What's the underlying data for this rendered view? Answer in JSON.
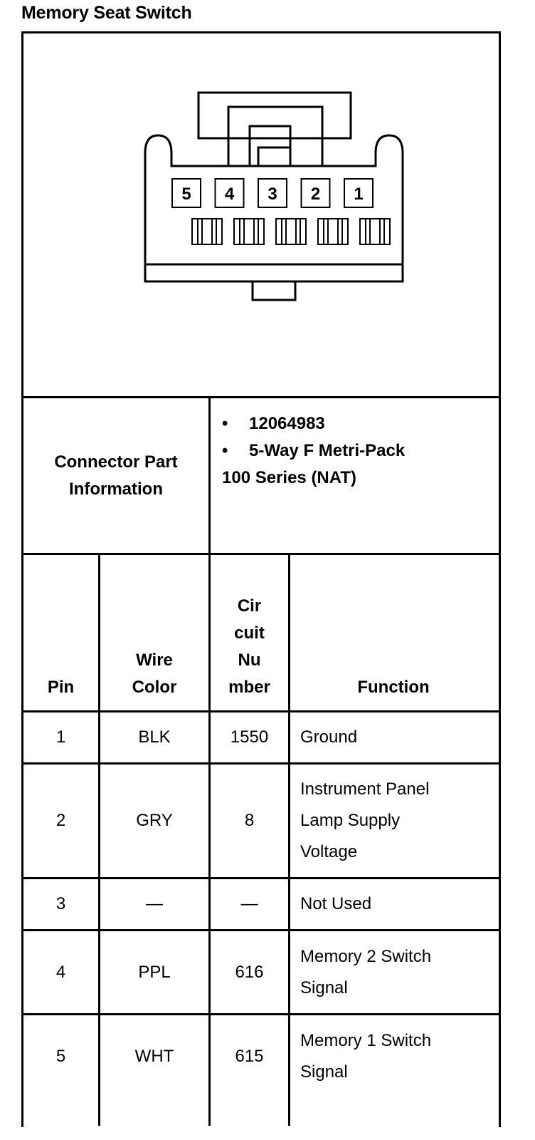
{
  "title": "Memory Seat Switch",
  "connector": {
    "pin_labels": [
      "5",
      "4",
      "3",
      "2",
      "1"
    ]
  },
  "part_info": {
    "label_line1": "Connector Part",
    "label_line2": "Information",
    "bullet": "•",
    "part_number": "12064983",
    "description_line1": "5-Way F Metri-Pack",
    "description_line2": "100 Series (NAT)"
  },
  "table": {
    "headers": {
      "pin": "Pin",
      "wire_color_line1": "Wire",
      "wire_color_line2": "Color",
      "circuit_line1": "Cir",
      "circuit_line2": "cuit",
      "circuit_line3": "Nu",
      "circuit_line4": "mber",
      "function": "Function"
    },
    "rows": [
      {
        "pin": "1",
        "wire": "BLK",
        "circuit": "1550",
        "function_lines": [
          "Ground"
        ]
      },
      {
        "pin": "2",
        "wire": "GRY",
        "circuit": "8",
        "function_lines": [
          "Instrument Panel",
          "Lamp Supply",
          "Voltage"
        ]
      },
      {
        "pin": "3",
        "wire": "—",
        "circuit": "—",
        "function_lines": [
          "Not Used"
        ]
      },
      {
        "pin": "4",
        "wire": "PPL",
        "circuit": "616",
        "function_lines": [
          "Memory 2 Switch",
          "Signal"
        ]
      },
      {
        "pin": "5",
        "wire": "WHT",
        "circuit": "615",
        "function_lines": [
          "Memory 1 Switch",
          "Signal"
        ]
      }
    ]
  }
}
